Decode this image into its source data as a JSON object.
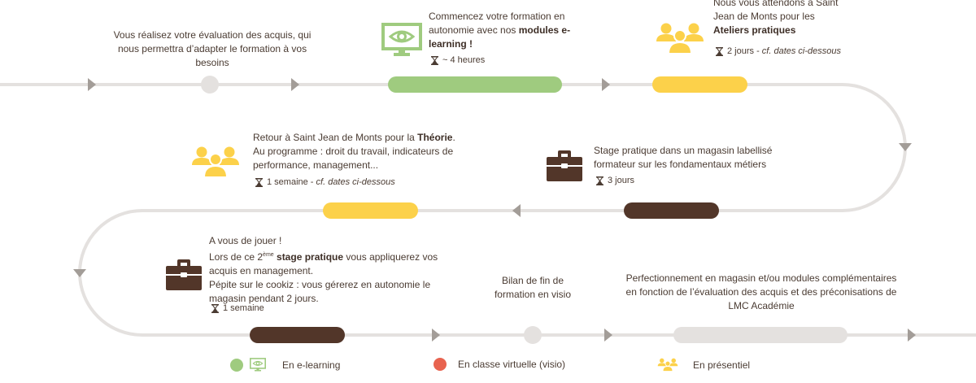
{
  "colors": {
    "track": "#e4e1df",
    "arrow": "#a39d98",
    "elearning": "#9fcb7f",
    "presentiel": "#fcd14a",
    "stage": "#523629",
    "visio": "#e8634f",
    "neutral": "#e4e1df"
  },
  "steps": [
    {
      "id": "evaluation",
      "text": "Vous réalisez votre évaluation des acquis, qui nous permettra d’adapter le formation à vos besoins",
      "icon": "none"
    },
    {
      "id": "elearning",
      "icon": "monitor-eye-icon",
      "text_parts": [
        "Commencez votre formation en autonomie avec nos ",
        "modules e-learning !"
      ],
      "duration": "~ 4 heures"
    },
    {
      "id": "ateliers",
      "icon": "group-icon",
      "text_parts": [
        "Nous vous attendons à Saint Jean de Monts pour les ",
        "Ateliers pratiques"
      ],
      "duration": "2 jours - ",
      "duration_note": "cf. dates ci-dessous"
    },
    {
      "id": "stage1",
      "icon": "briefcase-icon",
      "text": "Stage pratique dans un magasin labellisé formateur sur les fondamentaux métiers",
      "duration": "3 jours"
    },
    {
      "id": "theorie",
      "icon": "group-icon",
      "text_parts": [
        "Retour à Saint Jean de Monts pour la ",
        "Théorie",
        ".",
        "Au programme : droit du travail, indicateurs de performance, management..."
      ],
      "duration": "1 semaine - ",
      "duration_note": "cf. dates ci-dessous"
    },
    {
      "id": "stage2",
      "icon": "briefcase-icon",
      "line1": "A vous de jouer !",
      "text_parts": [
        "Lors de ce 2",
        "ème",
        " ",
        "stage pratique",
        " vous appliquerez vos acquis en management.",
        "Pépite sur le cookiz : vous gérerez en autonomie le magasin pendant 2 jours."
      ],
      "duration": "1 semaine"
    },
    {
      "id": "bilan",
      "text": "Bilan de fin de formation en visio"
    },
    {
      "id": "perfectionnement",
      "text": "Perfectionnement en magasin et/ou modules complémentaires en fonction de l’évaluation des acquis et des préconisations de LMC Académie"
    }
  ],
  "legend": [
    {
      "label": "En e-learning",
      "icon": "monitor-eye-icon"
    },
    {
      "label": "En classe virtuelle (visio)",
      "icon": "red-dot"
    },
    {
      "label": "En présentiel",
      "icon": "group-icon"
    }
  ]
}
